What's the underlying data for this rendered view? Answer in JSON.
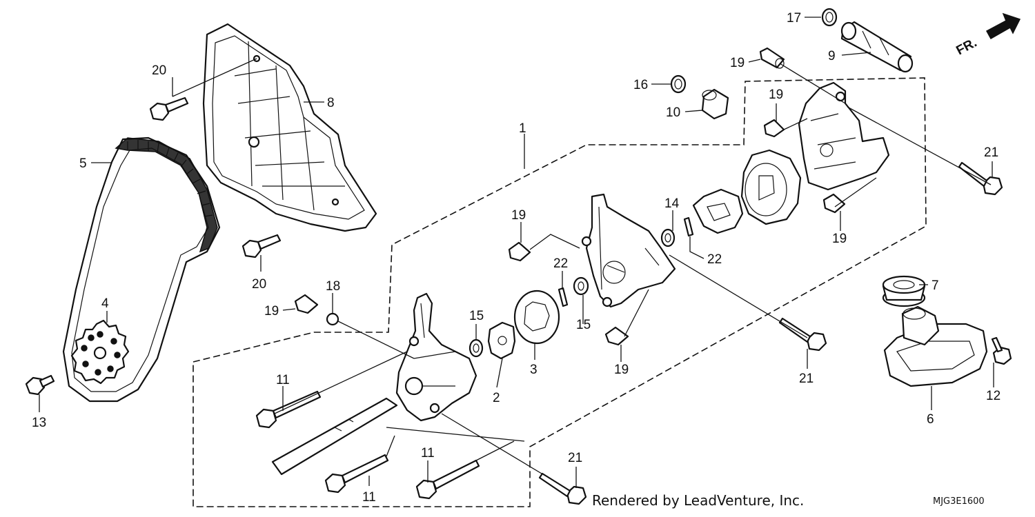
{
  "diagram": {
    "footer_text": "Rendered by LeadVenture, Inc.",
    "diagram_code": "MJG3E1600",
    "direction_label": "FR.",
    "callouts": {
      "c1": "1",
      "c2": "2",
      "c3": "3",
      "c4": "4",
      "c5": "5",
      "c6": "6",
      "c7": "7",
      "c8": "8",
      "c9": "9",
      "c10": "10",
      "c11a": "11",
      "c11b": "11",
      "c11c": "11",
      "c12": "12",
      "c13": "13",
      "c14": "14",
      "c15a": "15",
      "c15b": "15",
      "c16": "16",
      "c17": "17",
      "c18": "18",
      "c19a": "19",
      "c19b": "19",
      "c19c": "19",
      "c19d": "19",
      "c19e": "19",
      "c19f": "19",
      "c20a": "20",
      "c20b": "20",
      "c21a": "21",
      "c21b": "21",
      "c21c": "21",
      "c22a": "22",
      "c22b": "22"
    }
  }
}
